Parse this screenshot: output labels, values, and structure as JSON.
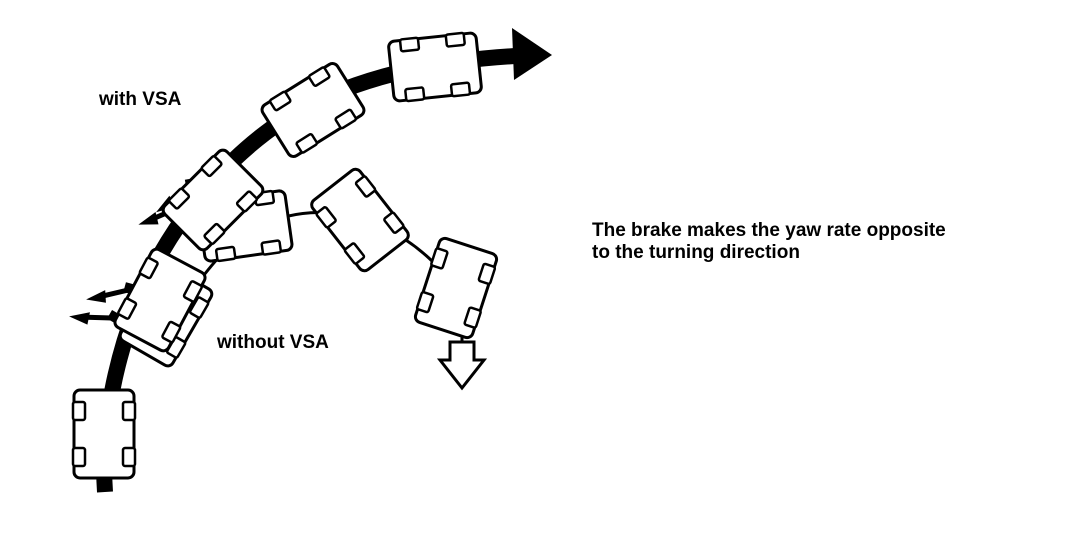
{
  "labels": {
    "with_vsa": "with VSA",
    "without_vsa": "without VSA",
    "caption_line1": "The brake makes the yaw rate opposite",
    "caption_line2": "to the turning direction"
  },
  "colors": {
    "ink": "#000000",
    "background": "#ffffff"
  },
  "icons": {
    "vehicle": "car-top-view-icon",
    "path_arrow": "curved-arrow",
    "brake_force": "small-arrow-icon",
    "skid_direction": "hollow-down-arrow"
  }
}
